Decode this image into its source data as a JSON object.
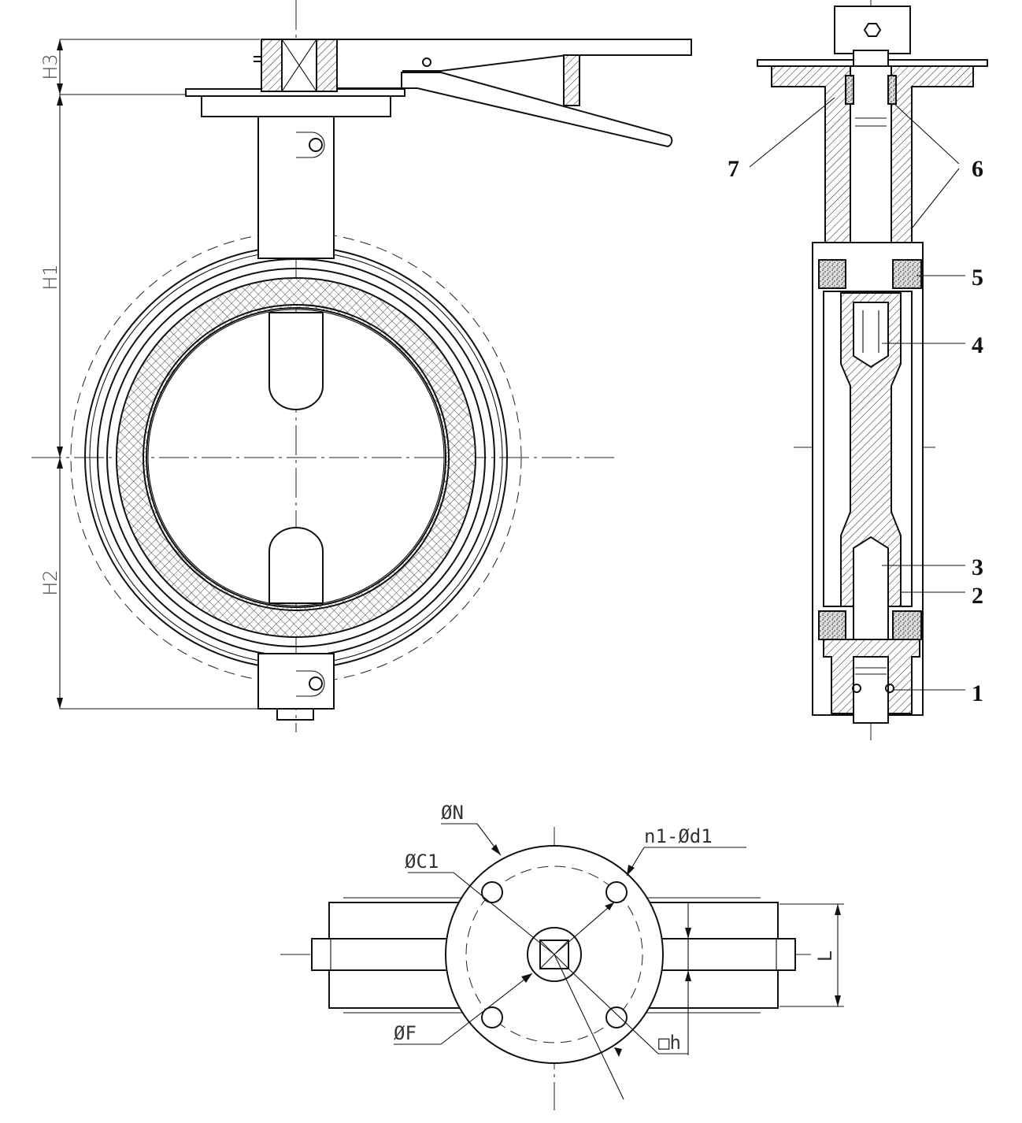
{
  "dimensions": {
    "h3": "H3",
    "h1": "H1",
    "h2": "H2",
    "n": "ØN",
    "c1": "ØC1",
    "n1_d1": "n1-Ød1",
    "f": "ØF",
    "h": "□h",
    "l": "L"
  },
  "parts": [
    {
      "number": "1"
    },
    {
      "number": "2"
    },
    {
      "number": "3"
    },
    {
      "number": "4"
    },
    {
      "number": "5"
    },
    {
      "number": "6"
    },
    {
      "number": "7"
    }
  ],
  "colors": {
    "line": "#111111",
    "background": "#ffffff"
  }
}
